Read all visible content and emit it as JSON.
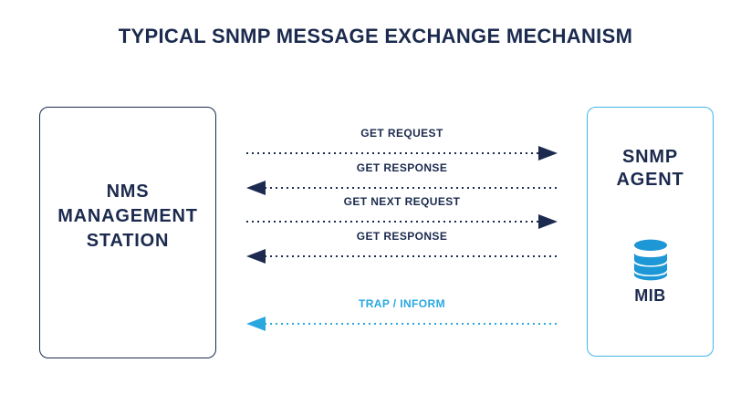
{
  "title": "TYPICAL SNMP MESSAGE EXCHANGE MECHANISM",
  "colors": {
    "navy": "#1b2a4e",
    "blue": "#29a8e0",
    "blueBorder": "#41b6e8",
    "dbBlue": "#1e97d6",
    "background": "#ffffff"
  },
  "nms_station": {
    "label": "NMS\nMANAGEMENT\nSTATION"
  },
  "snmp_agent": {
    "label": "SNMP\nAGENT",
    "db_icon": "database-icon",
    "mib_label": "MIB"
  },
  "arrows": [
    {
      "label": "GET REQUEST",
      "direction": "right",
      "color": "#1b2a4e"
    },
    {
      "label": "GET RESPONSE",
      "direction": "left",
      "color": "#1b2a4e"
    },
    {
      "label": "GET NEXT REQUEST",
      "direction": "right",
      "color": "#1b2a4e"
    },
    {
      "label": "GET RESPONSE",
      "direction": "left",
      "color": "#1b2a4e"
    },
    {
      "label": "TRAP / INFORM",
      "direction": "left",
      "color": "#29a8e0"
    }
  ]
}
